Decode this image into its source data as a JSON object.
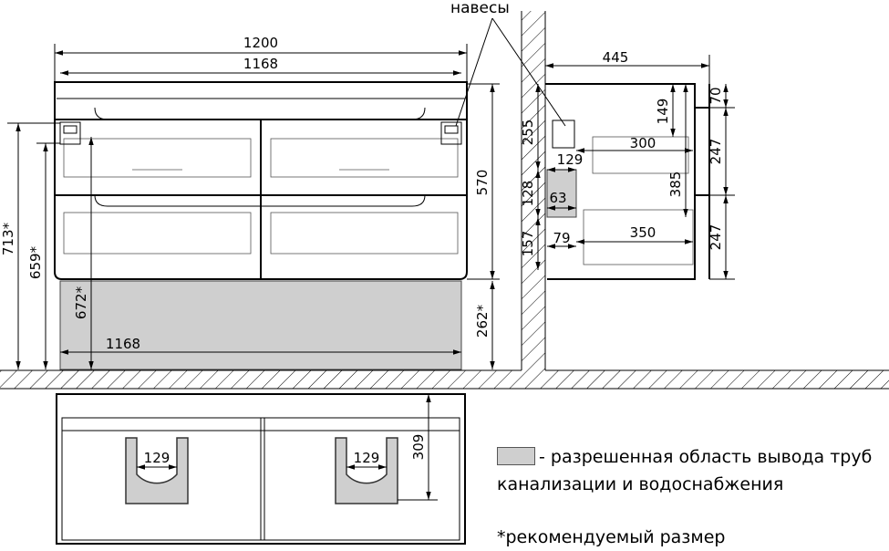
{
  "diagram": {
    "label_hinges": "навесы",
    "front_view": {
      "overall_width": "1200",
      "inner_width": "1168",
      "bottom_width": "1168",
      "height_713": "713*",
      "height_659": "659*",
      "height_672": "672*",
      "height_570": "570",
      "height_262": "262*"
    },
    "side_view": {
      "depth": "445",
      "d_70": "70",
      "d_149": "149",
      "d_255": "255",
      "d_300": "300",
      "d_129": "129",
      "d_247_top": "247",
      "d_385": "385",
      "d_128": "128",
      "d_63": "63",
      "d_157": "157",
      "d_79": "79",
      "d_350": "350",
      "d_247_bottom": "247"
    },
    "top_view": {
      "cutout_left": "129",
      "cutout_right": "129",
      "depth_309": "309"
    },
    "colors": {
      "allowed_area": "#cfcfcf",
      "line": "#000000"
    }
  },
  "legend": {
    "allowed_area_line1": "- разрешенная область вывода труб",
    "allowed_area_line2": "канализации и водоснабжения",
    "recommended_note": "*рекомендуемый размер"
  }
}
